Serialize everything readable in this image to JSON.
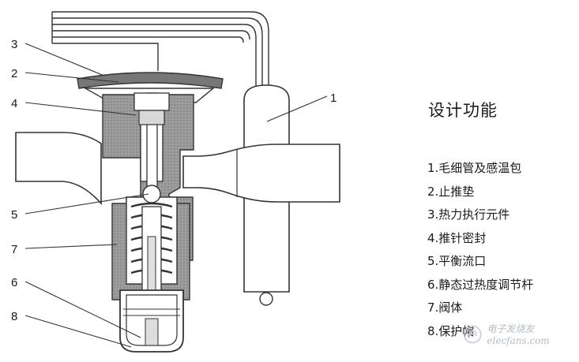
{
  "callouts": [
    "1",
    "2",
    "3",
    "4",
    "5",
    "6",
    "7",
    "8"
  ],
  "panel": {
    "title": "设计功能",
    "items": [
      "1.毛细管及感温包",
      "2.止推垫",
      "3.热力执行元件",
      "4.推针密封",
      "5.平衡流口",
      "6.静态过热度调节杆",
      "7.阀体",
      "8.保护帽"
    ]
  },
  "watermark": {
    "text": "电子发烧友 elecfans.com"
  }
}
